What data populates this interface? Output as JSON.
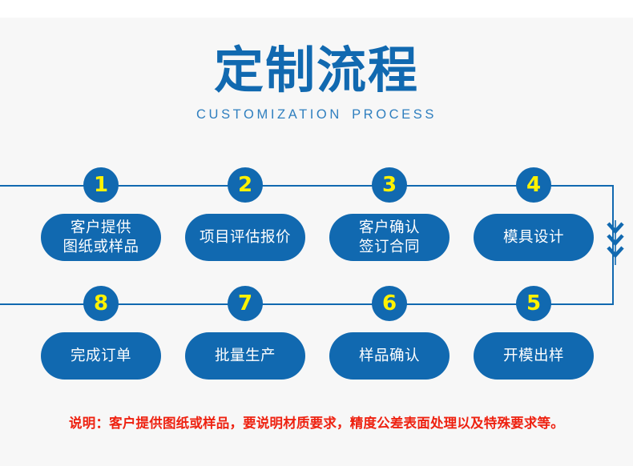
{
  "header": {
    "title": "定制流程",
    "subtitle": "CUSTOMIZATION PROCESS"
  },
  "colors": {
    "brand_blue": "#1169b0",
    "badge_number_yellow": "#fff200",
    "note_red": "#ee2211",
    "canvas_background": "#f7f7f7",
    "page_background": "#ffffff"
  },
  "flow": {
    "top_row": [
      {
        "number": "1",
        "label": "客户提供\n图纸或样品"
      },
      {
        "number": "2",
        "label": "项目评估报价"
      },
      {
        "number": "3",
        "label": "客户确认\n签订合同"
      },
      {
        "number": "4",
        "label": "模具设计"
      }
    ],
    "bottom_row": [
      {
        "number": "8",
        "label": "完成订单"
      },
      {
        "number": "7",
        "label": "批量生产"
      },
      {
        "number": "6",
        "label": "样品确认"
      },
      {
        "number": "5",
        "label": "开模出样"
      }
    ],
    "flow_direction_marker": "triple-chevron-down"
  },
  "note": {
    "text": "说明：客户提供图纸或样品，要说明材质要求，精度公差表面处理以及特殊要求等。"
  }
}
